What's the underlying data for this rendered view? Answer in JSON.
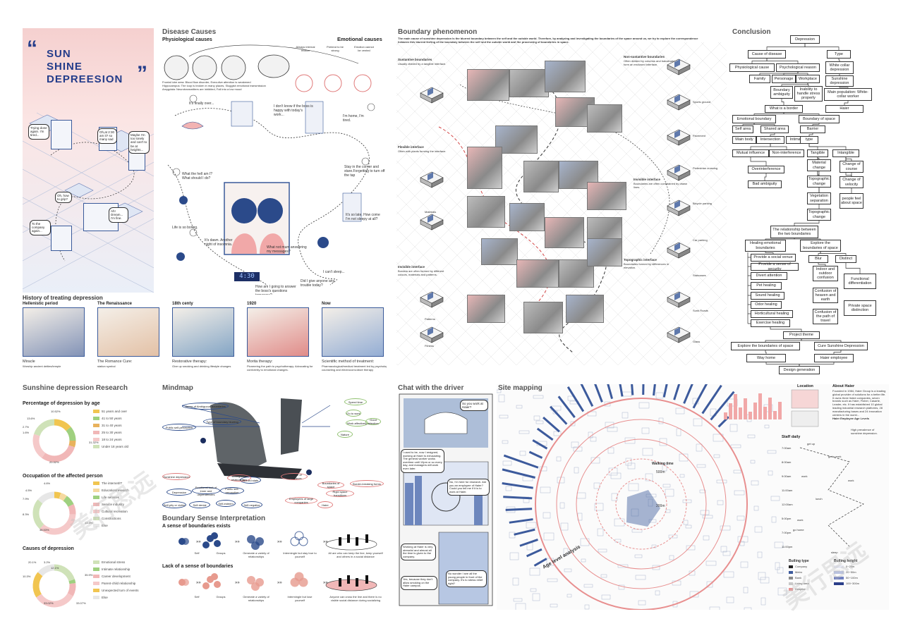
{
  "poster": {
    "title_line1": "SUN",
    "title_line2": "SHINE",
    "title_line3": "DEPREESION",
    "quote_open": "“",
    "quote_close": "”"
  },
  "comic_top": {
    "notes": [
      "Trying done again. I'm tired...",
      "Oh,at 2:30 am it? so many sad",
      "Maybe I'm too lonely and can't to be at heights...",
      "Oh, how to grip?",
      "Ah! Dream... I'm fine.",
      "To the company again..."
    ]
  },
  "disease_causes": {
    "title": "Disease Causes",
    "physio": "Physiological causes",
    "emotional": "Emotional causes",
    "emo_items": [
      "Always internal friction",
      "Pretend to be strong",
      "Emotion cannot be vented"
    ],
    "physio_desc": [
      "Frontal lobe area: Blood flow disorder, Executive attention is weakened",
      "Hippocampus: The loop is broken in many places, Sluggish emotional transmission",
      "Amygdala: Neurotransmitters are inhibited, Fall into a low mood"
    ],
    "comic_lines": [
      "It's finally over...",
      "I don't know if the boss is happy with today's work...",
      "I'm home, I'm tired.",
      "What the hell am I? What should I do?",
      "Stay in the corner and stare.Forgetting to turn off the tap",
      "Life is so boring.",
      "It's dawn. Another night of insomnia.",
      "It's so late. How come I'm not sleepy at all?",
      "What not mum answering my messages?",
      "I can't sleep...",
      "Did I give anyone any trouble today?",
      "How am I going to answer the boss's questions tomorrow?"
    ],
    "clock": "4:30"
  },
  "history": {
    "title": "History of treating depression",
    "eras": [
      {
        "era": "Hellenistic period",
        "caption": "Miracle",
        "sub": "Worship ancient deities/temple"
      },
      {
        "era": "The Renaissance",
        "caption": "The Romance Cure:",
        "sub": "station symbol"
      },
      {
        "era": "18th centy",
        "caption": "Restorative therapy:",
        "sub": "Give up smoking and drinking lifestyle changes"
      },
      {
        "era": "1920",
        "caption": "Morita therapy:",
        "sub": "Pioneering the path to psychotherapy. Advocating for conformity to emotional changes."
      },
      {
        "era": "Now",
        "caption": "Scientific method of treatment:",
        "sub": "Pharmacological/medical treatment led by psychological counseling and electroconvulsive therapy"
      }
    ]
  },
  "research": {
    "title": "Sunshine depression Research",
    "age_title": "Percentage of depression by age",
    "age_labels": [
      "51 years and over",
      "41 to 50 years",
      "31 to 40 years",
      "25 to 30 years",
      "18 to 24 years",
      "Under 18 years old"
    ],
    "age_values": [
      "10.52%",
      "13.6%",
      "2.7%",
      "1.6%",
      "31.32%",
      "20.32%"
    ],
    "occ_title": "Occupation of the affected person",
    "occ_labels": [
      "The internet/IT",
      "Education/research",
      "Life services",
      "Service industry",
      "Cultural recreation",
      "Constructions",
      "Else"
    ],
    "occ_values": [
      "4.6%",
      "4.5%",
      "7.9%",
      "8.3%",
      "38.53%",
      "13.3%"
    ],
    "cause_title": "Causes of depression",
    "cause_labels": [
      "Emotional stress",
      "Intimate relationship",
      "Career development",
      "Parent-child relationship",
      "Unexpected turn of events",
      "Else"
    ],
    "cause_values": [
      "20.1%",
      "3.2%",
      "10.3%",
      "33.02%",
      "35.9%",
      "12.1%",
      "33.07%"
    ]
  },
  "mindmap": {
    "title": "Mindmap",
    "nodes": [
      "Sense of Ambiguous boundaries",
      "Type of boundary blurring",
      "Public self-perception",
      "Blurred state",
      "Sunshine depression",
      "Depression",
      "Emotional lack of inner and dependencies",
      "Public self-perception",
      "Self-denial",
      "Self-esteem",
      "Self-pity or victim ",
      "Self-negative",
      "Ambiguous relationships",
      "Presence of membranes",
      "Boundaries of space",
      "Border-breaking forms",
      "Employees of large companies",
      "Haier",
      "Rigid space transitions",
      "Spend time",
      "Go to work",
      "Work affectively",
      "Good attention",
      "Nature"
    ]
  },
  "sense": {
    "title": "Boundary Sense Interpretation",
    "exists": "A sense of boundaries exists",
    "lack": "Lack of a sense of boundaries",
    "steps_a": [
      "Self",
      "Groups",
      "Generate a variety of relationships",
      "Intermingle but stay true to yourself",
      "All are who can keep the line, keep yourself and others in a social distance"
    ],
    "steps_b": [
      "Self",
      "Groups",
      "Generate a variety of relationships",
      "Intermingle but lose yourself",
      "Anyone can cross the line and there is no visible social distance during socializing"
    ]
  },
  "boundary": {
    "title": "Boundary phenomenon",
    "intro": "The main cause of sunshine depression is the blurred boundary between the self and the outside world. Therefore, by analyzing and investigating the boundaries of the space around us, we try to explore the correspondence between this blurred feeling of the boundary between the self and the outside world and the processing of boundaries in space.",
    "types": [
      {
        "t": "Sustantive boundaries",
        "d": "Usually divided by a tangible interface."
      },
      {
        "t": "Non-sustantive boundaries",
        "d": "Often divided by columns and balustrades to form an enclosed interface."
      },
      {
        "t": "Flexible interface",
        "d": "Often with plants forming the interface."
      },
      {
        "t": "Invisible interface",
        "d": "Boundaries are often constrained by drawn lines."
      },
      {
        "t": "Invisible interface",
        "d": "Borders are often formed by different colours, materials and patterns."
      },
      {
        "t": "Topographic interface",
        "d": "Boundaries formed by differences in elevation."
      }
    ],
    "labels": [
      "Sports ground",
      "Pavement",
      "Pedestrian crossing",
      "Bicycle parking",
      "Car parking",
      "Staircases",
      "Glass",
      "Materials",
      "Patterns",
      "Fitness",
      "Sunk Roads"
    ]
  },
  "conclusion": {
    "title": "Conclusion",
    "root": "Depression",
    "cause": "Cause of disease",
    "type": "Type",
    "physio": "Physiological cause",
    "psych": "Psychological reason",
    "white": "White collar depression",
    "family": "Family",
    "person": "Personage",
    "work": "Workplace",
    "sunshine": "Sunshine depression",
    "amb": "Boundary ambiguity",
    "inab": "Inability to handle stress properly",
    "mainpop": "Main population: White-collar worker",
    "border": "What is a border",
    "haier": "Haier",
    "emob": "Emotional boundary",
    "bos": "Boundary of space",
    "selfarea": "Self area",
    "shared": "Shared area",
    "barrier": "Barrier",
    "mainbody": "Main body",
    "inter": "Intersection",
    "intim": "Intimacy",
    "typ": "type",
    "mutual": "Mutual influence",
    "noninter": "Non-interference",
    "tangible": "Tangible",
    "intangible": "Intangible",
    "overint": "Overinterference",
    "badamb": "Bad ambiguity",
    "matchg": "Material change",
    "topochg": "Topographic change",
    "veg": "Vegetation separation",
    "topochg2": "Topographic change",
    "chcourse": "Change of course",
    "chvel": "Change of velocity",
    "people": "people feel about space",
    "relation": "The relationship between the two boundaries",
    "heal": "Healing emotional boundaries",
    "explore": "Explore the boundaries of space",
    "venue": "Provide a social venue",
    "security": "Provide a sense of security",
    "divert": "Divert attention",
    "pet": "Pet healing",
    "sound": "Sound healing",
    "odor": "Odor healing",
    "horti": "Horticultural healing",
    "exer": "Exercise healing",
    "blur": "Blur",
    "distinct": "Distinct",
    "indoor": "Indoor and outdoor confusion",
    "heaven": "Confusion of heaven and earth",
    "path": "Confusion of the path of travel",
    "func": "Functional differentiation",
    "private": "Private space distinction",
    "theme": "Project theme",
    "explore2": "Explore the boundaries of space",
    "cure": "Cure Sunshine Depression",
    "wayhome": "Way home",
    "employee": "Haier employee",
    "design": "Design generation"
  },
  "chat": {
    "title": "Chat with the driver",
    "lines": [
      "So you work at Haier?",
      "I used to be, now I resigned, working at Haier is exhausting. The general worker works overtime until 10pm or so every day, and managers will work even later.",
      "No, I'm here for research. Are you an employee of Haier? Could you tell me if it is to work at Haier.",
      "Working at Haier is very stressful and almost all the time is given to the company.",
      "No wonder I see all the young people in front of the company. It's to stress relief right?",
      "Yes, because they don't allow smoking on the Haier campus."
    ]
  },
  "site": {
    "title": "Site mapping",
    "age_label": "Age level analysis",
    "location": "Location",
    "about": "About Haier",
    "about_text": "Founded in 1984, Haier Group is a leading global provider of solutions for a better life. It owns three listed companies, seven brands such as Haier, Fisher, Casarte, Leader, etc. It has established 10 global leading industrial research platforms, 28 manufacturing bases and 24 innovation centers in the world...",
    "haier_employees": "Haier Employee Age Levels",
    "staff": "Staff daily",
    "times": [
      "7:00am",
      "8:00am",
      "9:00am",
      "11:00am",
      "12:00am",
      "5:00pm",
      "7:00pm",
      "11:00pm"
    ],
    "acts": [
      "get up",
      "go to work",
      "work",
      "work",
      "lunch",
      "work",
      "go home",
      "sleep"
    ],
    "high_pre": "High prevalence of sunshine depression.",
    "walking": "Walking time",
    "legend_title_a": "Builing type",
    "legend_title_b": "Builing height",
    "btypes": [
      "Company",
      "Metro",
      "Bank",
      "Living area",
      "Hospital"
    ],
    "bheights": [
      "0~20m",
      "20~50m",
      "50~100m",
      "100~300m"
    ],
    "ring_labels": [
      "200m",
      "500m"
    ]
  },
  "colors": {
    "accent_blue": "#2b4a8a",
    "pink": "#f1b7b7",
    "green": "#9fd07f",
    "yellow": "#f1c550",
    "map_red": "#e88f8f"
  },
  "watermark": "美行思远"
}
